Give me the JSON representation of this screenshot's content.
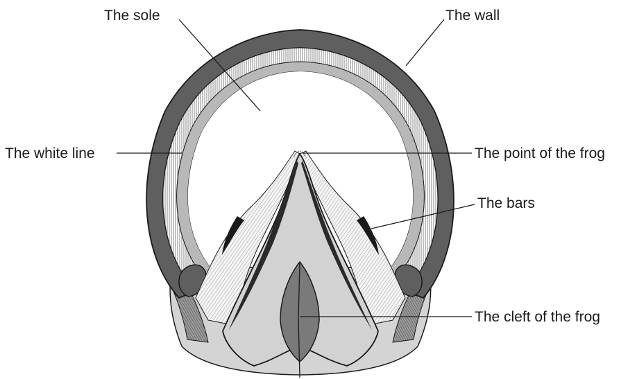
{
  "labels": {
    "sole": "The sole",
    "wall": "The wall",
    "white_line": "The white line",
    "point_of_frog": "The point of the frog",
    "bars": "The bars",
    "cleft_of_frog": "The cleft of the frog"
  },
  "colors": {
    "wall": "#5f5f5f",
    "wall_outline": "#1a1a1a",
    "white_line_band": "#ffffff",
    "laminae_hatch": "#777777",
    "inner_band": "#b8b8b8",
    "sole": "#ffffff",
    "frog": "#d2d2d2",
    "cleft": "#7a7a7a",
    "heel_bulb": "#d4d4d4"
  }
}
